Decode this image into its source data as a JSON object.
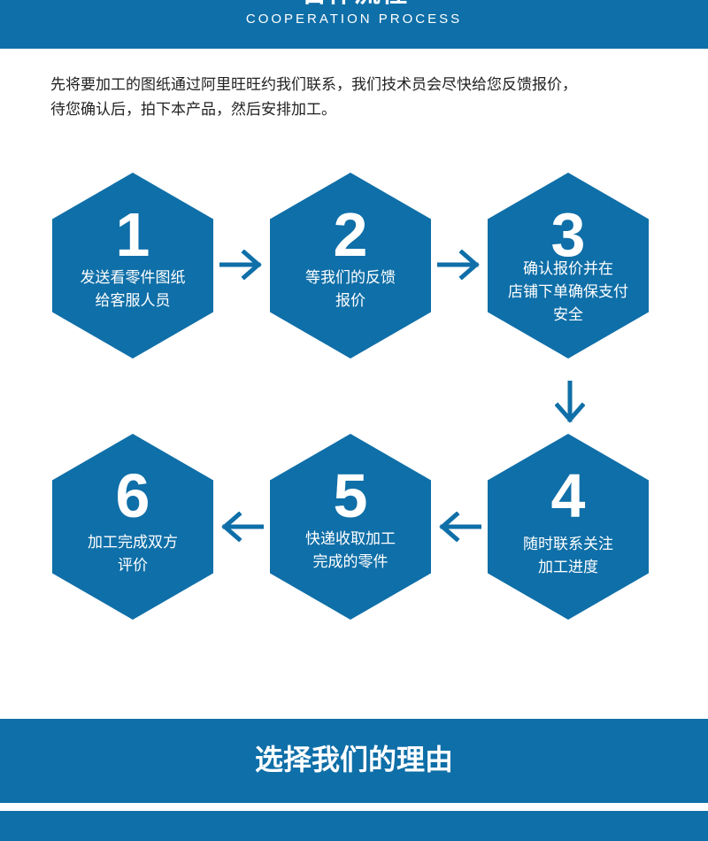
{
  "header": {
    "title": "合作流程",
    "subtitle": "COOPERATION PROCESS"
  },
  "intro": {
    "line1": "先将要加工的图纸通过阿里旺旺约我们联系，我们技术员会尽快给您反馈报价，",
    "line2": "待您确认后，拍下本产品，然后安排加工。"
  },
  "steps": [
    {
      "number": "1",
      "label": "发送看零件图纸\n给客服人员"
    },
    {
      "number": "2",
      "label": "等我们的反馈\n报价"
    },
    {
      "number": "3",
      "label": "确认报价并在\n店铺下单确保支付\n安全"
    },
    {
      "number": "4",
      "label": "随时联系关注\n加工进度"
    },
    {
      "number": "5",
      "label": "快递收取加工\n完成的零件"
    },
    {
      "number": "6",
      "label": "加工完成双方\n评价"
    }
  ],
  "footer": {
    "title": "选择我们的理由"
  },
  "colors": {
    "brand_blue": "#0f6fa8"
  },
  "icons": {
    "arrow": "arrow-icon"
  }
}
